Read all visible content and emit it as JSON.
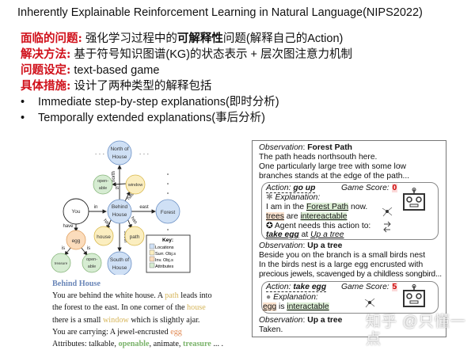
{
  "title": "Inherently Explainable Reinforcement Learning in Natural Language(NIPS2022)",
  "points": [
    {
      "label": "面临的问题:",
      "text": " 强化学习过程中的",
      "bold": "可解释性",
      "rest": "问题(解释自己的Action)"
    },
    {
      "label": "解决方法:",
      "text": " 基于符号知识图谱(KG)的状态表示 + 层次图注意力机制"
    },
    {
      "label": "问题设定:",
      "text": " text-based game"
    },
    {
      "label": "具体措施:",
      "text": "  设计了两种类型的解释包括"
    }
  ],
  "bullets": [
    "Immediate step-by-step explanations(即时分析)",
    "Temporally extended explanations(事后分析)"
  ],
  "graph": {
    "nodes": {
      "north": [
        "North of",
        "House"
      ],
      "open1": [
        "open-",
        "able"
      ],
      "window": "window",
      "you": "You",
      "behind": [
        "Behind",
        "House"
      ],
      "forest": "Forest",
      "house": "house",
      "path": "path",
      "egg": "egg",
      "treasure": "treasure",
      "open2": [
        "open-",
        "able"
      ],
      "south": [
        "South of",
        "House"
      ]
    },
    "edges": {
      "north": "north",
      "is": "is",
      "has": "has",
      "in": "in",
      "east": "east",
      "south": "south",
      "have": "have"
    },
    "key": {
      "title": "Key:",
      "items": [
        {
          "label": "Locations",
          "color": "#cfe0f5"
        },
        {
          "label": "Surr. Obj.s",
          "color": "#fbeec0"
        },
        {
          "label": "Inv. Obj.s",
          "color": "#fbdcbc"
        },
        {
          "label": "Attributes",
          "color": "#d6ecd2"
        }
      ]
    },
    "ellipsis": "· · ·"
  },
  "description": {
    "heading": "Behind House",
    "l1a": "You are behind the white house. A ",
    "l1b": "path",
    "l1c": " leads into",
    "l2a": "the forest to the east. In one corner of the ",
    "l2b": "house",
    "l3a": "there is a small ",
    "l3b": "window",
    "l3c": " which is slightly ajar.",
    "l4a": "You are carrying: A jewel-encrusted ",
    "l4b": "egg",
    "l5a": "Attributes: talkable, ",
    "l5b": "openable",
    "l5c": ", animate, ",
    "l5d": "treasure",
    "l5e": " ... ."
  },
  "panel": {
    "obs1_label": "Observation",
    "obs1_title": "Forest Path",
    "obs1_lines": [
      "The path heads northsouth here.",
      "One particularly large tree with some low",
      "branches stands at the edge of the path..."
    ],
    "step1": {
      "action_label": "Action:",
      "action": "go up",
      "score_label": "Game Score:",
      "score": "0",
      "expl": "Explanation:",
      "e1a": "I am in the ",
      "e1b": "Forest Path",
      "e1c": " now.",
      "e2a": "trees",
      "e2b": " are ",
      "e2c": "intereactable",
      "e3": "Agent needs this action to:",
      "e4a": "take egg",
      "e4b": " at ",
      "e4c": "Up a tree"
    },
    "obs2_label": "Observation",
    "obs2_title": "Up a tree",
    "obs2_lines": [
      "Beside you on the branch is a small birds nest",
      "In the birds nest is a large egg encrusted with",
      "precious jewels, scavenged by a childless songbird..."
    ],
    "step2": {
      "action_label": "Action:",
      "action": "take egg",
      "score_label": "Game Score:",
      "score": "5",
      "expl": "Explanation:",
      "e1a": "egg",
      "e1b": " is ",
      "e1c": "interactable"
    },
    "obs3_label": "Observation",
    "obs3_title": "Up a tree",
    "obs3_line": "Taken."
  },
  "watermark": "知乎 @只懂一点"
}
